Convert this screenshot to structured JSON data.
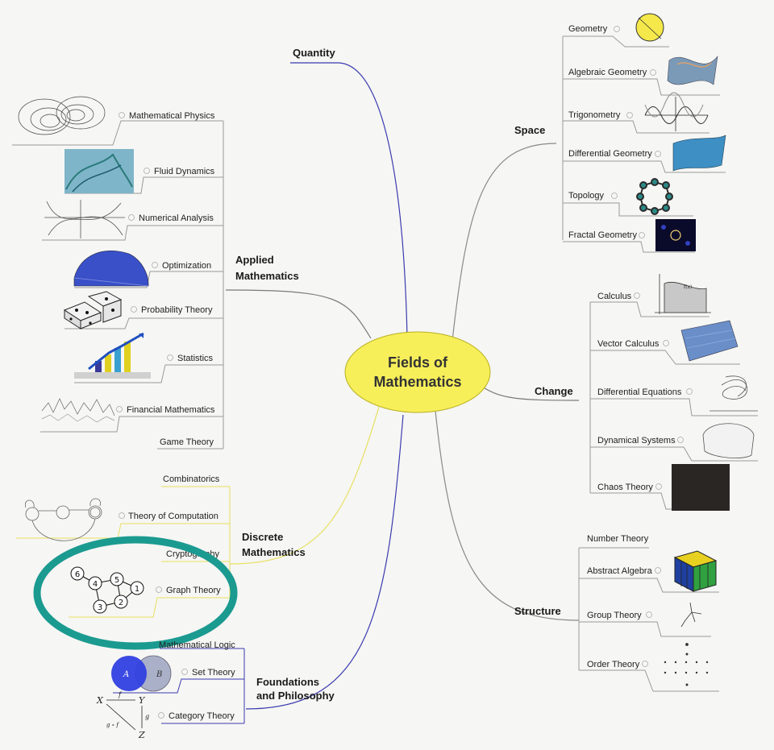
{
  "center": {
    "line1": "Fields of",
    "line2": "Mathematics"
  },
  "branches": {
    "quantity": "Quantity",
    "space": "Space",
    "change": "Change",
    "structure": "Structure",
    "applied_1": "Applied",
    "applied_2": "Mathematics",
    "discrete_1": "Discrete",
    "discrete_2": "Mathematics",
    "foundations_1": "Foundations",
    "foundations_2": "and Philosophy"
  },
  "space_items": [
    "Geometry",
    "Algebraic Geometry",
    "Trigonometry",
    "Differential Geometry",
    "Topology",
    "Fractal Geometry"
  ],
  "change_items": [
    "Calculus",
    "Vector Calculus",
    "Differential Equations",
    "Dynamical Systems",
    "Chaos Theory"
  ],
  "structure_items": [
    "Number Theory",
    "Abstract Algebra",
    "Group Theory",
    "Order Theory"
  ],
  "applied_items": [
    "Mathematical Physics",
    "Fluid Dynamics",
    "Numerical Analysis",
    "Optimization",
    "Probability Theory",
    "Statistics",
    "Financial Mathematics",
    "Game Theory"
  ],
  "discrete_items": [
    "Combinatorics",
    "Theory of Computation",
    "Cryptography",
    "Graph Theory"
  ],
  "foundations_items": [
    "Mathematical Logic",
    "Set Theory",
    "Category Theory"
  ],
  "graph_nodes": [
    "6",
    "4",
    "5",
    "1",
    "3",
    "2"
  ],
  "venn": {
    "a": "A",
    "b": "B"
  },
  "category": {
    "x": "X",
    "y": "Y",
    "z": "Z",
    "f": "f",
    "g": "g",
    "gf": "g ∘ f"
  },
  "calculus_fx": "f(x)",
  "colors": {
    "center_fill": "#f7ef5a",
    "quantity_line": "#3b3bb0",
    "space_line": "#8a8a8a",
    "applied_line": "#7a7a7a",
    "discrete_line": "#e8e060",
    "foundations_line": "#3b3bb0",
    "highlight_ring": "#1b9a90"
  }
}
